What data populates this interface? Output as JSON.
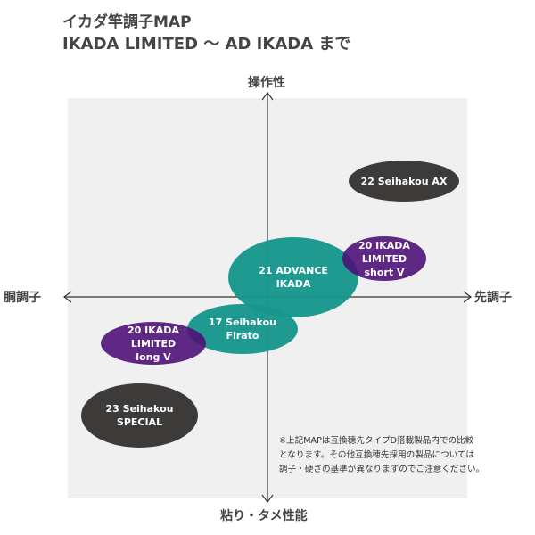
{
  "title": {
    "line1": "イカダ竿調子MAP",
    "line2": "IKADA LIMITED 〜 AD IKADA まで"
  },
  "axes": {
    "top": "操作性",
    "bottom": "粘り・タメ性能",
    "left": "胴調子",
    "right": "先調子"
  },
  "ellipses": {
    "ax": "22 Seihakou AX",
    "advance": "21 ADVANCE\nIKADA",
    "firato": "17 Seihakou\nFirato",
    "shortv": "20 IKADA\nLIMITED\nshort V",
    "longv": "20 IKADA\nLIMITED\nlong V",
    "special": "23 Seihakou\nSPECIAL"
  },
  "colors": {
    "teal": "#16968c",
    "purple": "#4e1278",
    "dark": "#3d3b39",
    "plot_bg": "#f0f0f0"
  },
  "note": {
    "line1": "※上記MAPは互換穂先タイプD搭載製品内での比較",
    "line2": "となります。その他互換穂先採用の製品については",
    "line3": "調子・硬さの基準が異なりますのでご注意ください。"
  }
}
